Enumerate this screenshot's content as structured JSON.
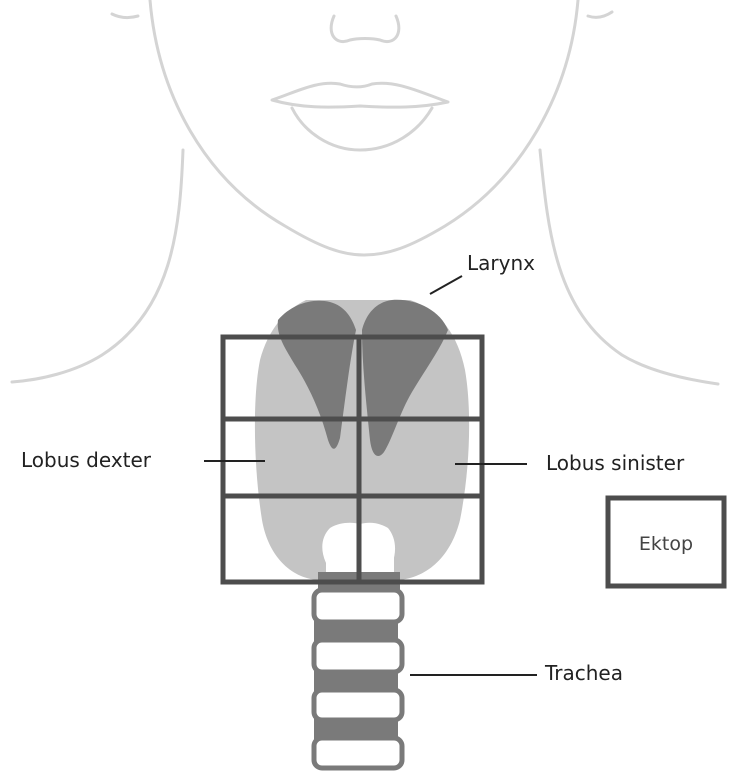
{
  "labels": {
    "larynx": "Larynx",
    "lobus_dexter": "Lobus dexter",
    "lobus_sinister": "Lobus sinister",
    "trachea": "Trachea",
    "ektop": "Ektop"
  },
  "colors": {
    "outline": "#d4d4d4",
    "lobe": "#c4c4c4",
    "larynx_fill": "#7a7a7a",
    "grid": "#4d4d4d",
    "trachea_ring": "#7a7a7a",
    "trachea_gap": "#ffffff"
  }
}
